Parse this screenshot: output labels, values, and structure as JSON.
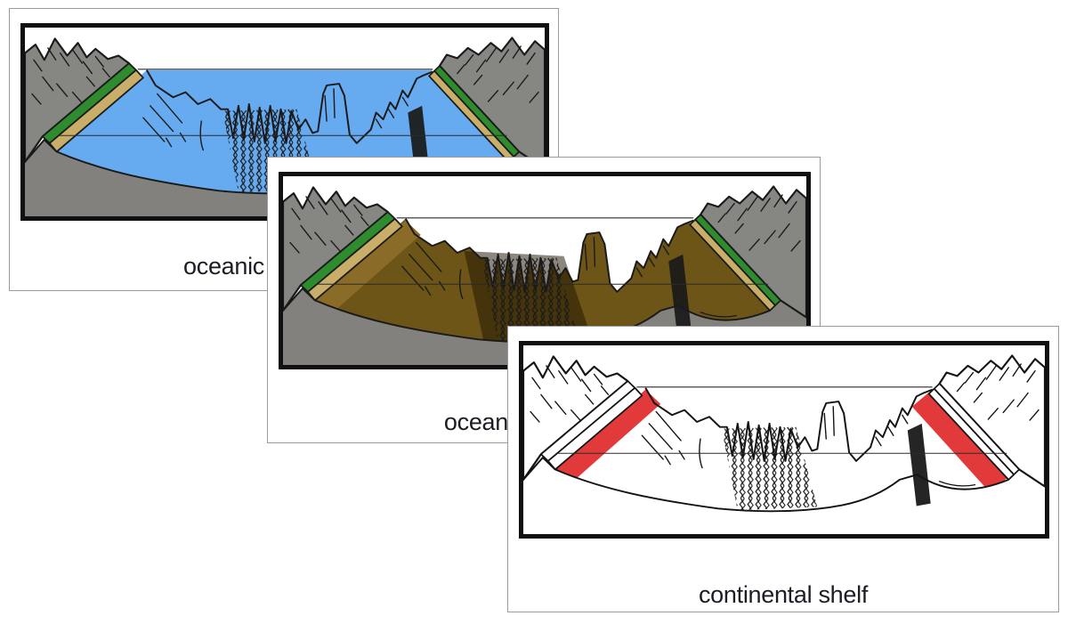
{
  "page": {
    "background": "#ffffff",
    "description_kind": "nomenclature cards of ocean floor cross-section"
  },
  "cards": [
    {
      "id": "card-1",
      "visible_label": "oceanic",
      "highlight_color_name": "blue",
      "highlight_hex": "#66aaef"
    },
    {
      "id": "card-2",
      "visible_label": "ocean",
      "highlight_color_name": "brown",
      "highlight_hex": "#6d5517"
    },
    {
      "id": "card-3",
      "visible_label": "continental shelf",
      "highlight_color_name": "red",
      "highlight_hex": "#e23a3a"
    }
  ],
  "colors": {
    "mountain_gray": "#868683",
    "underground_gray": "#82817d",
    "shore_green": "#2e8c2f",
    "beach_tan": "#c9ae69",
    "ink": "#1a1a1a",
    "card_border": "#9b9b9b",
    "label_text": "#1b1c24"
  }
}
